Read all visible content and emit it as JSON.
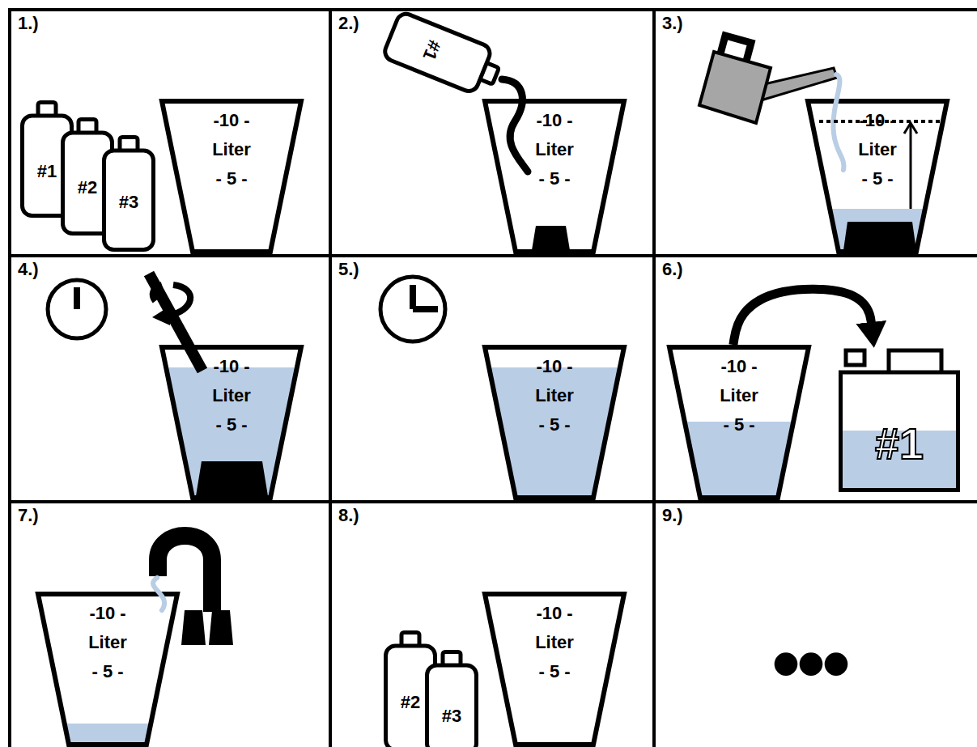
{
  "diagram": {
    "nodes": [
      {
        "text": [
          "1.)"
        ]
      },
      {
        "text": [
          "#1"
        ],
        "in": 0
      },
      {
        "text": [
          "#2"
        ],
        "in": 0
      },
      {
        "text": [
          "#3"
        ],
        "in": 0
      },
      {
        "text": [
          "-10 -",
          "Liter",
          "- 5 -"
        ],
        "in": 0
      },
      {
        "text": [
          "2.)"
        ]
      },
      {
        "text": [
          "#1"
        ],
        "in": 5
      },
      {
        "text": [
          "-10 -",
          "Liter",
          "- 5 -"
        ],
        "in": 5
      },
      {
        "text": [
          "3.)"
        ]
      },
      {
        "text": [
          "-10 -",
          "Liter",
          "- 5 -"
        ],
        "in": 8
      },
      {
        "text": [
          "4.)"
        ]
      },
      {
        "text": [
          "-10 -",
          "Liter",
          "- 5 -"
        ],
        "in": 10
      },
      {
        "text": [
          "5.)"
        ]
      },
      {
        "text": [
          "-10 -",
          "Liter",
          "- 5 -"
        ],
        "in": 12
      },
      {
        "text": [
          "6.)"
        ]
      },
      {
        "text": [
          "-10 -",
          "Liter",
          "- 5 -"
        ],
        "in": 14
      },
      {
        "text": [
          "#1"
        ],
        "in": 14
      },
      {
        "text": [
          "7.)"
        ]
      },
      {
        "text": [
          "-10 -",
          "Liter",
          "- 5 -"
        ],
        "in": 17
      },
      {
        "text": [
          "8.)"
        ]
      },
      {
        "text": [
          "#2"
        ],
        "in": 19
      },
      {
        "text": [
          "#3"
        ],
        "in": 19
      },
      {
        "text": [
          "-10 -",
          "Liter",
          "- 5 -"
        ],
        "in": 19
      },
      {
        "text": [
          "9.)",
          "•••"
        ]
      }
    ],
    "edges": [
      {
        "from": 15,
        "to": 16,
        "arrow": "to"
      }
    ]
  }
}
